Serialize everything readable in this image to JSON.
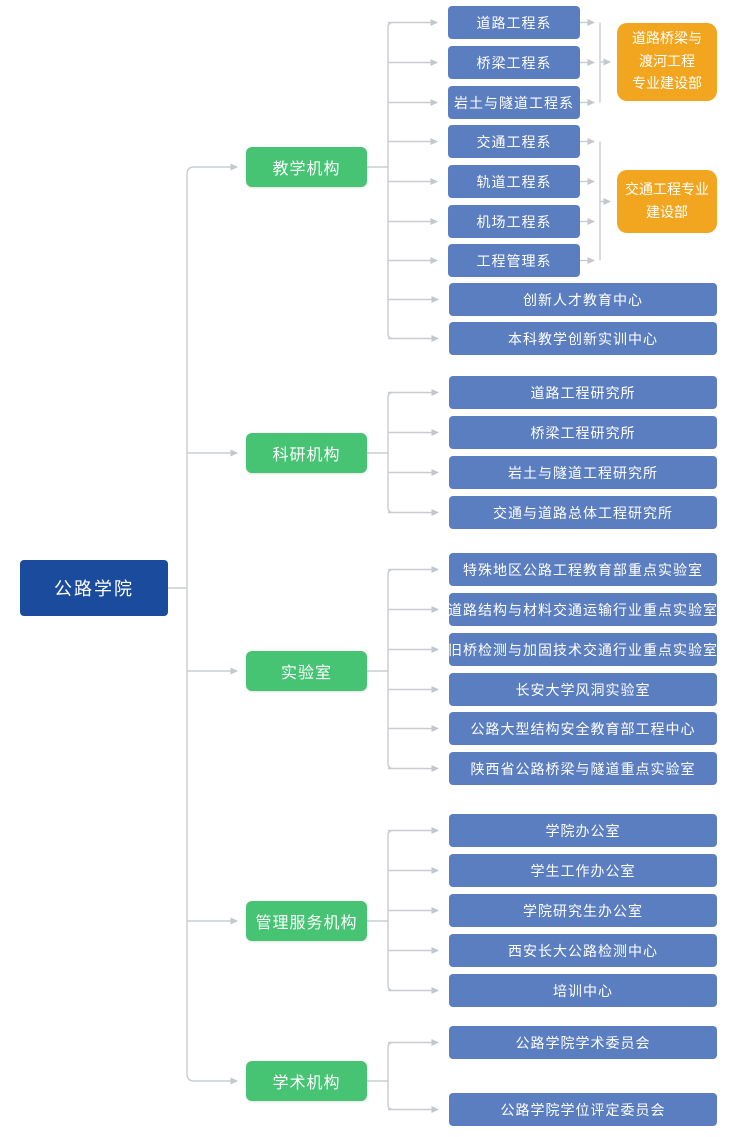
{
  "diagram_type": "organization-chart",
  "colors": {
    "root_fill": "#1A4B9C",
    "group_fill": "#46C473",
    "child_fill": "#5B7EC1",
    "extra_fill": "#F2A51F",
    "connector": "#C9CDD1",
    "text": "#FFFFFF",
    "background": "#FFFFFF"
  },
  "root": {
    "label": "公路学院"
  },
  "groups": [
    {
      "label": "教学机构",
      "children": [
        {
          "label": "道路工程系"
        },
        {
          "label": "桥梁工程系"
        },
        {
          "label": "岩土与隧道工程系"
        },
        {
          "label": "交通工程系"
        },
        {
          "label": "轨道工程系"
        },
        {
          "label": "机场工程系"
        },
        {
          "label": "工程管理系"
        },
        {
          "label": "创新人才教育中心"
        },
        {
          "label": "本科教学创新实训中心"
        }
      ],
      "extras": [
        {
          "label": "道路桥梁与渡河工程专业建设部",
          "lines": [
            "道路桥梁与",
            "渡河工程",
            "专业建设部"
          ],
          "linked_children": [
            "道路工程系",
            "桥梁工程系",
            "岩土与隧道工程系"
          ]
        },
        {
          "label": "交通工程专业建设部",
          "lines": [
            "交通工程专业",
            "建设部"
          ],
          "linked_children": [
            "交通工程系",
            "轨道工程系",
            "机场工程系",
            "工程管理系"
          ]
        }
      ]
    },
    {
      "label": "科研机构",
      "children": [
        {
          "label": "道路工程研究所"
        },
        {
          "label": "桥梁工程研究所"
        },
        {
          "label": "岩土与隧道工程研究所"
        },
        {
          "label": "交通与道路总体工程研究所"
        }
      ]
    },
    {
      "label": "实验室",
      "children": [
        {
          "label": "特殊地区公路工程教育部重点实验室"
        },
        {
          "label": "道路结构与材料交通运输行业重点实验室"
        },
        {
          "label": "旧桥检测与加固技术交通行业重点实验室"
        },
        {
          "label": "长安大学风洞实验室"
        },
        {
          "label": "公路大型结构安全教育部工程中心"
        },
        {
          "label": "陕西省公路桥梁与隧道重点实验室"
        }
      ]
    },
    {
      "label": "管理服务机构",
      "children": [
        {
          "label": "学院办公室"
        },
        {
          "label": "学生工作办公室"
        },
        {
          "label": "学院研究生办公室"
        },
        {
          "label": "西安长大公路检测中心"
        },
        {
          "label": "培训中心"
        }
      ]
    },
    {
      "label": "学术机构",
      "children": [
        {
          "label": "公路学院学术委员会"
        },
        {
          "label": "公路学院学位评定委员会"
        }
      ]
    }
  ]
}
